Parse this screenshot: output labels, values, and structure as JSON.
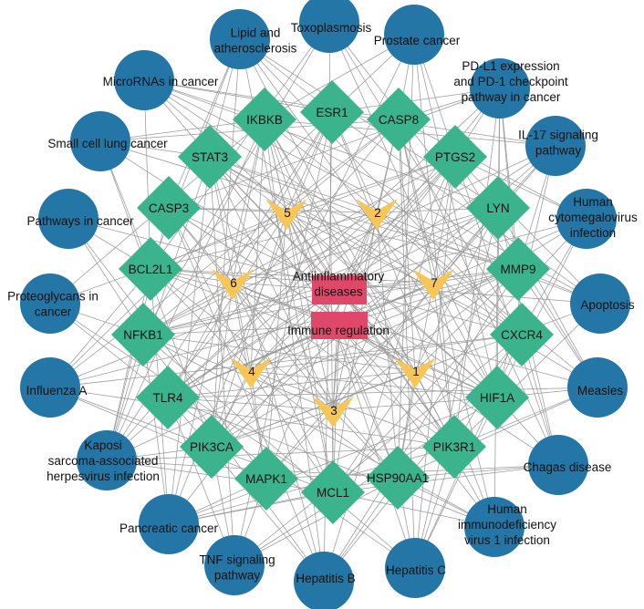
{
  "colors": {
    "pathway": "#2376a6",
    "gene": "#3bb38d",
    "compound": "#f7c657",
    "disease": "#e0486a",
    "edge": "#9a9a9a"
  },
  "pathways": [
    {
      "id": "p1",
      "label": "Toxoplasmosis"
    },
    {
      "id": "p2",
      "label": "Lipid and\natherosclerosis"
    },
    {
      "id": "p3",
      "label": "Prostate cancer"
    },
    {
      "id": "p4",
      "label": "MicroRNAs in cancer"
    },
    {
      "id": "p5",
      "label": "PD-L1 expression\nand PD-1 checkpoint\npathway in cancer"
    },
    {
      "id": "p6",
      "label": "Small cell lung cancer"
    },
    {
      "id": "p7",
      "label": "IL-17 signaling\npathway"
    },
    {
      "id": "p8",
      "label": "Pathways in cancer"
    },
    {
      "id": "p9",
      "label": "Human\ncytomegalovirus\ninfection"
    },
    {
      "id": "p10",
      "label": "Proteoglycans in\ncancer"
    },
    {
      "id": "p11",
      "label": "Apoptosis"
    },
    {
      "id": "p12",
      "label": "Influenza A"
    },
    {
      "id": "p13",
      "label": "Measles"
    },
    {
      "id": "p14",
      "label": "Kaposi\nsarcoma-associated\nherpesvirus infection"
    },
    {
      "id": "p15",
      "label": "Chagas disease"
    },
    {
      "id": "p16",
      "label": "Pancreatic cancer"
    },
    {
      "id": "p17",
      "label": "Human\nimmunodeficiency\nvirus 1 infection"
    },
    {
      "id": "p18",
      "label": "TNF signaling\npathway"
    },
    {
      "id": "p19",
      "label": "Hepatitis B"
    },
    {
      "id": "p20",
      "label": "Hepatitis C"
    }
  ],
  "genes": [
    {
      "id": "g1",
      "label": "IKBKB"
    },
    {
      "id": "g2",
      "label": "ESR1"
    },
    {
      "id": "g3",
      "label": "CASP8"
    },
    {
      "id": "g4",
      "label": "STAT3"
    },
    {
      "id": "g5",
      "label": "PTGS2"
    },
    {
      "id": "g6",
      "label": "CASP3"
    },
    {
      "id": "g7",
      "label": "LYN"
    },
    {
      "id": "g8",
      "label": "BCL2L1"
    },
    {
      "id": "g9",
      "label": "MMP9"
    },
    {
      "id": "g10",
      "label": "NFKB1"
    },
    {
      "id": "g11",
      "label": "CXCR4"
    },
    {
      "id": "g12",
      "label": "TLR4"
    },
    {
      "id": "g13",
      "label": "HIF1A"
    },
    {
      "id": "g14",
      "label": "PIK3CA"
    },
    {
      "id": "g15",
      "label": "PIK3R1"
    },
    {
      "id": "g16",
      "label": "MAPK1"
    },
    {
      "id": "g17",
      "label": "MCL1"
    },
    {
      "id": "g18",
      "label": "HSP90AA1"
    }
  ],
  "compounds": [
    {
      "id": "c5",
      "label": "5"
    },
    {
      "id": "c2",
      "label": "2"
    },
    {
      "id": "c6",
      "label": "6"
    },
    {
      "id": "c7",
      "label": "7"
    },
    {
      "id": "c4",
      "label": "4"
    },
    {
      "id": "c1",
      "label": "1"
    },
    {
      "id": "c3",
      "label": "3"
    }
  ],
  "diseases": [
    {
      "id": "d1",
      "label": "Antiinflammatory\ndiseases"
    },
    {
      "id": "d2",
      "label": "Immune regulation"
    }
  ]
}
